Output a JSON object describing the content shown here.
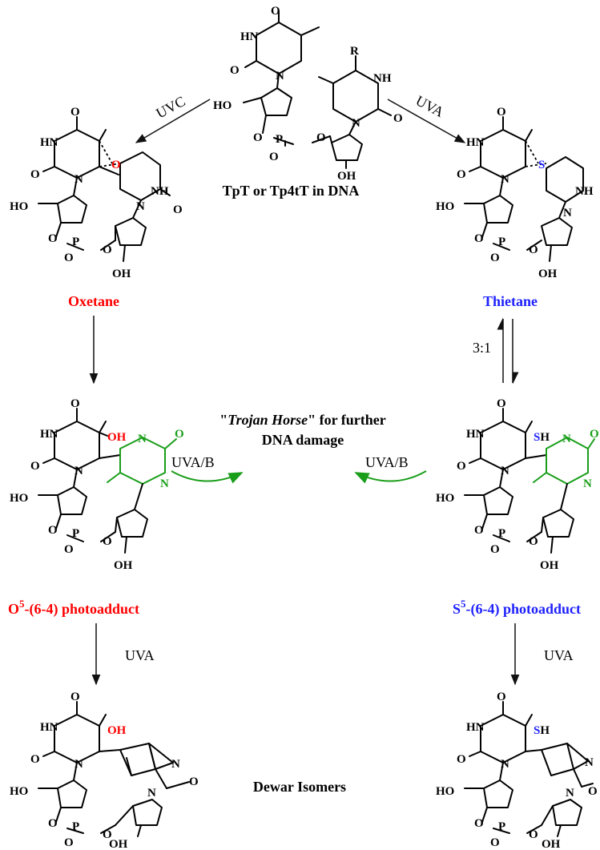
{
  "colors": {
    "oxygen": "#ff0000",
    "sulfur": "#1f22ff",
    "green_ring": "#1a9e1a",
    "black": "#000000"
  },
  "center": {
    "title": "TpT or Tp4tT in DNA",
    "trojan_prefix": "\"",
    "trojan_italic": "Trojan Horse",
    "trojan_rest": "\" for further",
    "trojan_line2": "DNA damage",
    "dewar": "Dewar Isomers"
  },
  "labels": {
    "oxetane": "Oxetane",
    "thietane": "Thietane",
    "o5_sup": "5",
    "o5_main": "O",
    "o5_rest": "-(6-4) photoadduct",
    "s5_main": "S",
    "s5_sup": "5",
    "s5_rest": "-(6-4) photoadduct"
  },
  "arrows": {
    "uvc": "UVC",
    "uva_top": "UVA",
    "ratio": "3:1",
    "uvab_left": "UVA/B",
    "uvab_right": "UVA/B",
    "uva_left": "UVA",
    "uva_right": "UVA"
  },
  "atoms": {
    "O": "O",
    "S": "S",
    "HN": "HN",
    "NH": "NH",
    "N": "N",
    "HO": "HO",
    "OH": "OH",
    "P": "P",
    "R": "R",
    "SH": "SH",
    "Ominus": "O",
    "minus": "-"
  }
}
